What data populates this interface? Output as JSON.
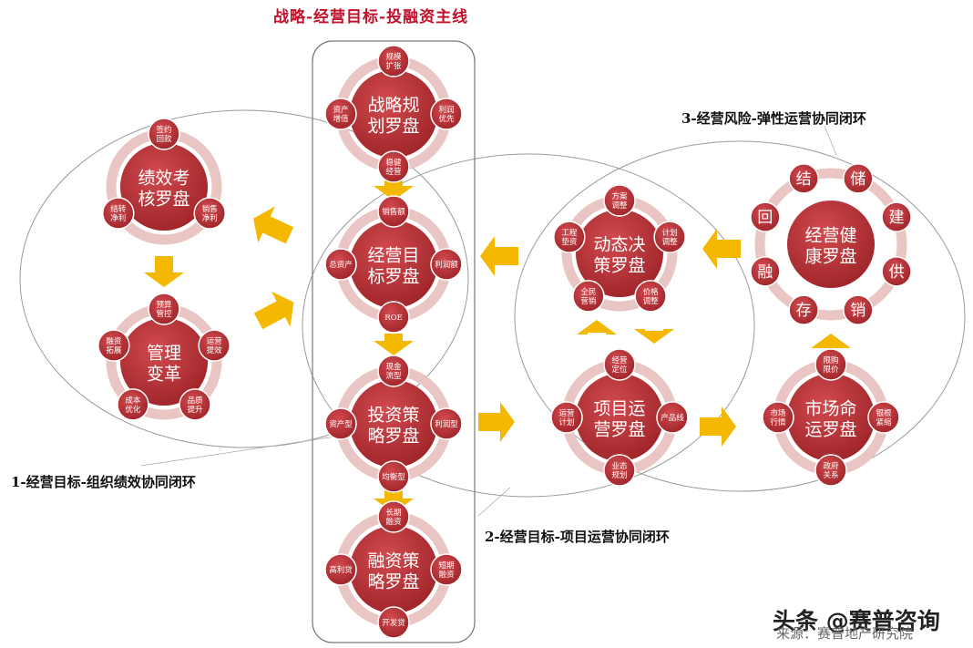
{
  "title": "战略-经营目标-投融资主线",
  "loops": {
    "loop1": "1-经营目标-组织绩效协同闭环",
    "loop2": "2-经营目标-项目运营协同闭环",
    "loop3": "3-经营风险-弹性运营协同闭环"
  },
  "compasses": [
    {
      "id": "strategy-planning",
      "label": [
        "战略规",
        "划罗盘"
      ],
      "satellites": [
        "规模扩张",
        "利润优先",
        "稳健经营",
        "资产增值"
      ]
    },
    {
      "id": "operating-target",
      "label": [
        "经营目",
        "标罗盘"
      ],
      "satellites": [
        "销售额",
        "利润额",
        "ROE",
        "总资产"
      ]
    },
    {
      "id": "investment-strategy",
      "label": [
        "投资策",
        "略罗盘"
      ],
      "satellites": [
        "现金流型",
        "利润型",
        "均衡型",
        "资产型"
      ]
    },
    {
      "id": "financing-strategy",
      "label": [
        "融资策",
        "略罗盘"
      ],
      "satellites": [
        "长期融资",
        "短期融资",
        "开发贷",
        "高利贷"
      ]
    },
    {
      "id": "performance-assessment",
      "label": [
        "绩效考",
        "核罗盘"
      ],
      "satellites": [
        "签约回款",
        "销售净利",
        "结转净利"
      ]
    },
    {
      "id": "management-reform",
      "label": [
        "管理",
        "变革"
      ],
      "satellites": [
        "预算管控",
        "运营提效",
        "品质提升",
        "成本优化",
        "融资拓展"
      ]
    },
    {
      "id": "dynamic-decision",
      "label": [
        "动态决",
        "策罗盘"
      ],
      "satellites": [
        "方案调整",
        "计划调整",
        "价格调整",
        "全民营销",
        "工程垫资"
      ]
    },
    {
      "id": "project-operation",
      "label": [
        "项目运",
        "营罗盘"
      ],
      "satellites": [
        "经营定位",
        "产品线",
        "业态规划",
        "运营计划"
      ]
    },
    {
      "id": "market-fate",
      "label": [
        "市场命",
        "运罗盘"
      ],
      "satellites": [
        "限购限价",
        "银根紧缩",
        "政府关系",
        "市场行情"
      ]
    },
    {
      "id": "operating-health",
      "label": [
        "经营健",
        "康罗盘"
      ],
      "satellites": [
        "储",
        "建",
        "供",
        "销",
        "存",
        "融",
        "回",
        "结"
      ]
    }
  ],
  "watermark": "头条 @赛普咨询",
  "source": "来源：赛普地产研究院",
  "colors": {
    "circle": "#b8333a",
    "ring": "#e9c5c3",
    "arrow": "#f5b800",
    "title": "#c0102a"
  }
}
